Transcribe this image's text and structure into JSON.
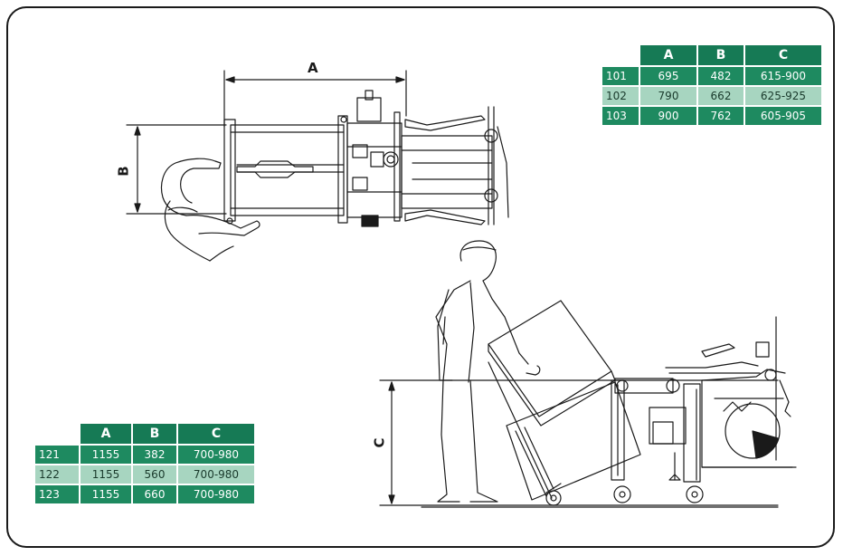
{
  "dimension_labels": {
    "a": "A",
    "b": "B",
    "c": "C"
  },
  "table_top": {
    "columns": [
      "",
      "A",
      "B",
      "C"
    ],
    "rows": [
      [
        "101",
        "695",
        "482",
        "615-900"
      ],
      [
        "102",
        "790",
        "662",
        "625-925"
      ],
      [
        "103",
        "900",
        "762",
        "605-905"
      ]
    ]
  },
  "table_bottom": {
    "columns": [
      "",
      "A",
      "B",
      "C"
    ],
    "rows": [
      [
        "121",
        "1155",
        "382",
        "700-980"
      ],
      [
        "122",
        "1155",
        "560",
        "700-980"
      ],
      [
        "123",
        "1155",
        "660",
        "700-980"
      ]
    ]
  },
  "colors": {
    "accent": "#167a55",
    "row_dark": "#1e8a60",
    "row_light": "#a7d5c0",
    "line": "#1a1a1a"
  }
}
